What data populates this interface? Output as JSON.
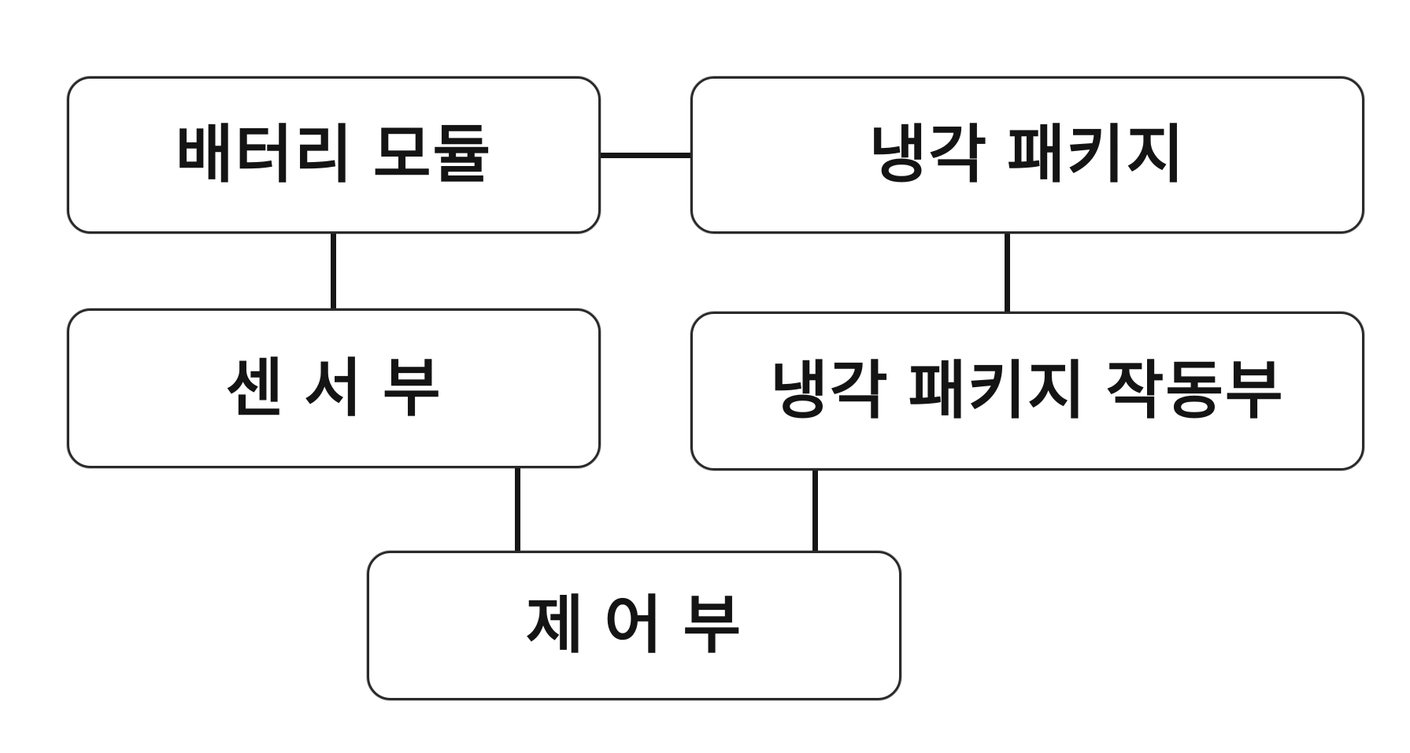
{
  "diagram": {
    "background_color": "#ffffff",
    "line_color": "#161616",
    "border_color": "#2a2a2a",
    "text_color": "#141414",
    "nodes": [
      {
        "id": "battery-module",
        "label": "배터리 모듈"
      },
      {
        "id": "cooling-package",
        "label": "냉각 패키지"
      },
      {
        "id": "sensor-unit",
        "label": "센 서 부"
      },
      {
        "id": "cooling-package-actuator",
        "label": "냉각 패키지 작동부"
      },
      {
        "id": "control-unit",
        "label": "제 어 부"
      }
    ],
    "edges": [
      {
        "from": "battery-module",
        "to": "cooling-package",
        "orientation": "horizontal"
      },
      {
        "from": "battery-module",
        "to": "sensor-unit",
        "orientation": "vertical"
      },
      {
        "from": "cooling-package",
        "to": "cooling-package-actuator",
        "orientation": "vertical"
      },
      {
        "from": "sensor-unit",
        "to": "control-unit",
        "orientation": "vertical"
      },
      {
        "from": "cooling-package-actuator",
        "to": "control-unit",
        "orientation": "vertical"
      }
    ]
  }
}
